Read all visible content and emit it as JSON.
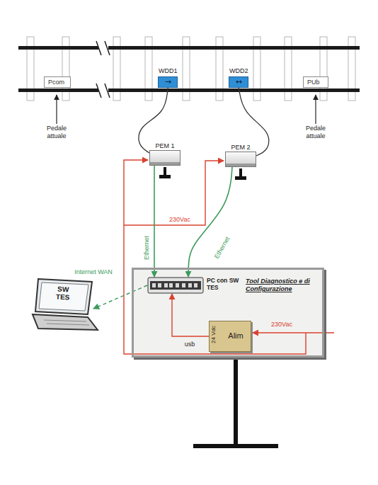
{
  "diagram": {
    "nodes": [
      {
        "text": [
          "Pcom"
        ]
      },
      {
        "text": [
          "WDD1",
          "→"
        ]
      },
      {
        "text": [
          "WDD2",
          "↔"
        ]
      },
      {
        "text": [
          "PUb"
        ]
      },
      {
        "text": [
          "PEM 1"
        ]
      },
      {
        "text": [
          "PEM 2"
        ]
      },
      {
        "text": [
          "Tool Diagnostico e di Configurazione"
        ]
      },
      {
        "text": [
          "PC con SW TES"
        ],
        "in": 6
      },
      {
        "text": [
          "Alim",
          "24 Vdc"
        ],
        "in": 6
      },
      {
        "text": [
          "SW TES"
        ]
      }
    ],
    "edges": [
      {
        "from": 1,
        "to": 4,
        "arrow": "none"
      },
      {
        "from": 2,
        "to": 5,
        "arrow": "none"
      },
      {
        "from": 4,
        "to": 7,
        "arrow": "to",
        "label": "Ethernet"
      },
      {
        "from": 5,
        "to": 7,
        "arrow": "to",
        "label": "Ethernet"
      },
      {
        "from": 7,
        "to": 9,
        "arrow": "to",
        "label": "Internet WAN"
      },
      {
        "from": 8,
        "to": 7,
        "arrow": "to",
        "label": "usb"
      }
    ],
    "labels": [
      "Pedale attuale",
      "Pedale attuale",
      "230Vac",
      "230Vac"
    ]
  }
}
